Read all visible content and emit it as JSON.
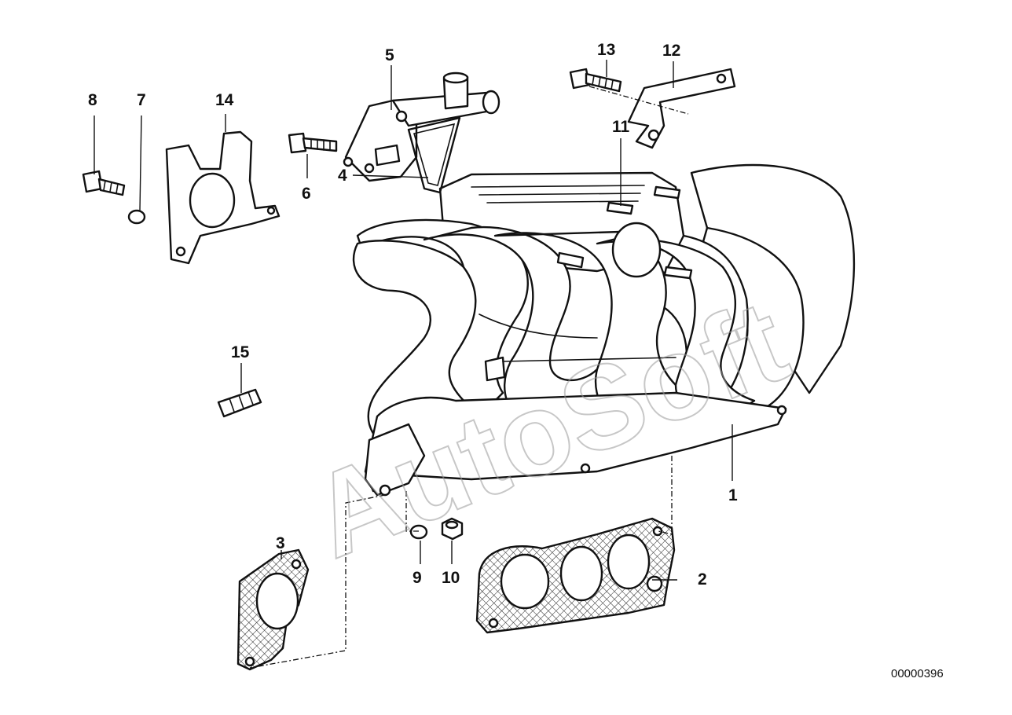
{
  "callouts": [
    "1",
    "2",
    "3",
    "4",
    "5",
    "6",
    "7",
    "8",
    "9",
    "10",
    "11",
    "12",
    "13",
    "14",
    "15"
  ],
  "watermark": "AutoSoft",
  "reference_number": "00000396"
}
